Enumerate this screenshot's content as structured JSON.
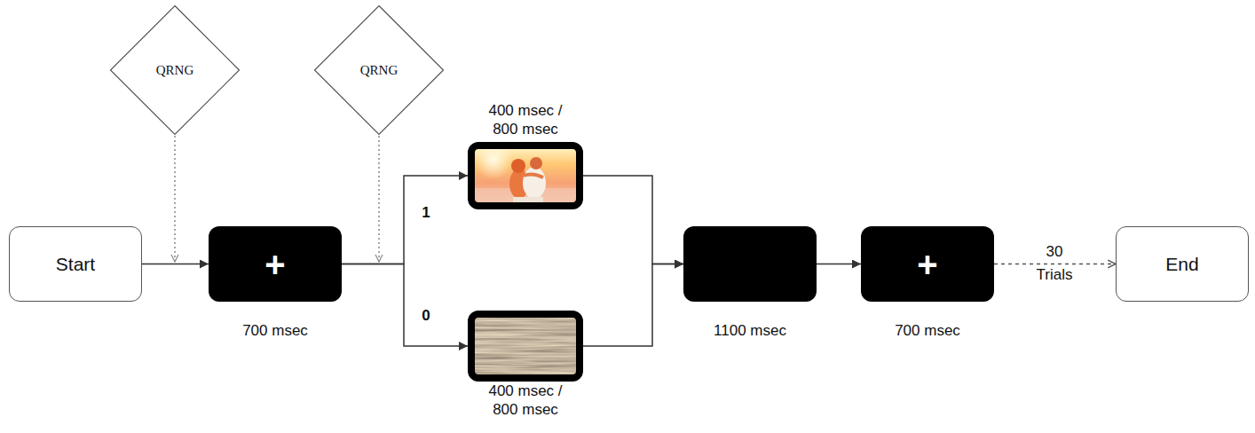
{
  "diagram": {
    "nodes": [
      {
        "text": [
          "Start"
        ]
      },
      {
        "text": [
          "QRNG"
        ]
      },
      {
        "text": [
          "+",
          "700 msec"
        ]
      },
      {
        "text": [
          "QRNG"
        ]
      },
      {
        "text": [
          "400 msec / 800 msec"
        ]
      },
      {
        "text": [
          "400 msec / 800 msec"
        ]
      },
      {
        "text": [
          "1100 msec"
        ]
      },
      {
        "text": [
          "+",
          "700 msec"
        ]
      },
      {
        "text": [
          "End"
        ]
      }
    ],
    "edges": [
      {
        "from": 0,
        "to": 2,
        "arrow": "to"
      },
      {
        "from": 2,
        "to": 4,
        "arrow": "to",
        "label": "1"
      },
      {
        "from": 2,
        "to": 5,
        "arrow": "to",
        "label": "0"
      },
      {
        "from": 4,
        "to": 6,
        "arrow": "to"
      },
      {
        "from": 5,
        "to": 6,
        "arrow": "to"
      },
      {
        "from": 6,
        "to": 7,
        "arrow": "to"
      },
      {
        "from": 7,
        "to": 8,
        "arrow": "to",
        "label": "30 Trials"
      }
    ]
  }
}
